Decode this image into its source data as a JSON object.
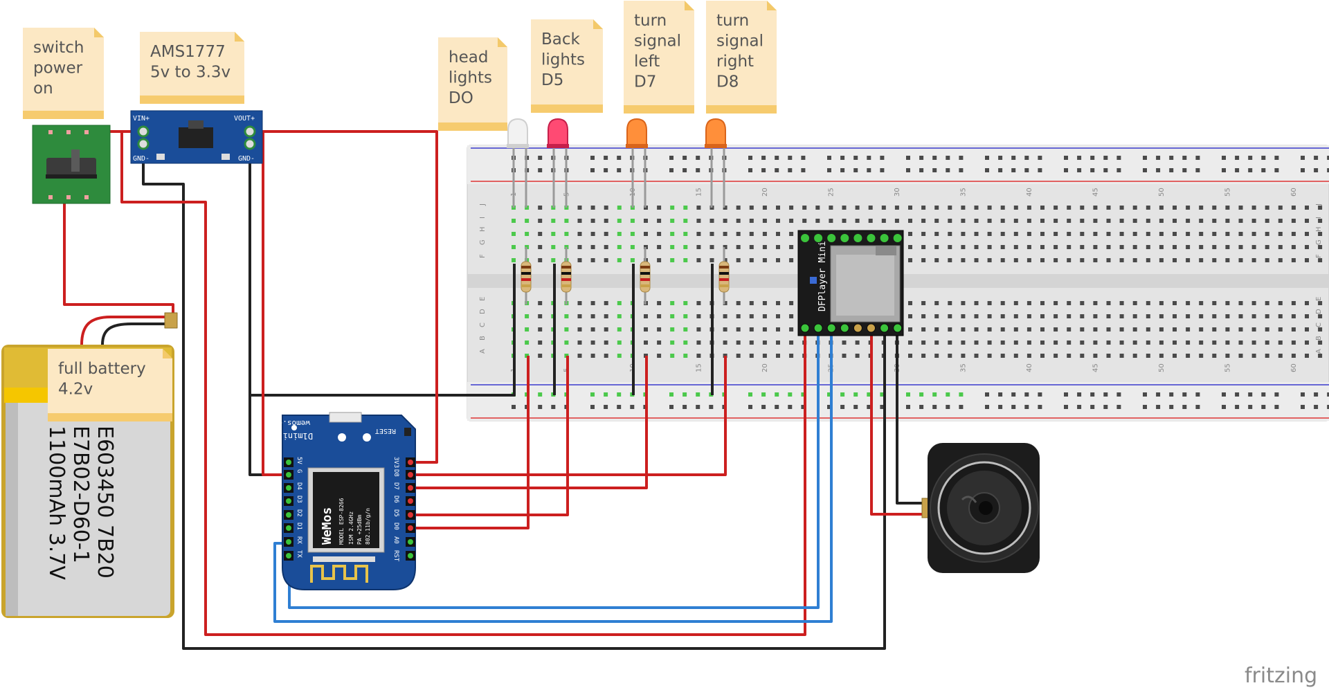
{
  "notes": {
    "switch": [
      "switch",
      "power",
      "on"
    ],
    "regulator": [
      "AMS1777",
      "5v to 3.3v"
    ],
    "headlights": [
      "head",
      "lights",
      "DO"
    ],
    "backlights": [
      "Back",
      "lights",
      "D5"
    ],
    "turn_left": [
      "turn",
      "signal",
      "left",
      "D7"
    ],
    "turn_right": [
      "turn",
      "signal",
      "right",
      "D8"
    ],
    "battery_note": [
      "full battery",
      "4.2v"
    ]
  },
  "battery": {
    "lines": [
      "E603450 7B20",
      "E7B02-D60-1",
      "1100mAh 3.7V"
    ]
  },
  "regulator_pins": {
    "vin": "VIN+",
    "vout": "VOUT+",
    "gnd_left": "GND-",
    "gnd_right": "GND-"
  },
  "d1mini": {
    "brand": "wemos.cc",
    "model_name": "D1mini",
    "reset": "RESET",
    "left_pins": [
      "5V",
      "G",
      "D4",
      "D3",
      "D2",
      "D1",
      "RX",
      "TX"
    ],
    "right_pins": [
      "3V3",
      "D8",
      "D7",
      "D6",
      "D5",
      "D0",
      "A0",
      "RST"
    ],
    "module_logo": "WeMos",
    "module_model": "MODEL ESP-8266",
    "module_specs": [
      "ISM 2.4GHz",
      "PA +25dBm",
      "802.11b/g/n"
    ]
  },
  "dfplayer": {
    "label": "DFPlayer Mini"
  },
  "breadboard": {
    "top_numbers": [
      "1",
      "5",
      "10",
      "15",
      "20",
      "25",
      "30",
      "35",
      "40",
      "45",
      "50",
      "55",
      "60"
    ],
    "bottom_numbers": [
      "1",
      "5",
      "10",
      "15",
      "20",
      "25",
      "30",
      "35",
      "40",
      "45",
      "50",
      "55",
      "60"
    ],
    "row_letters_top": [
      "J",
      "I",
      "H",
      "G",
      "F"
    ],
    "row_letters_bottom": [
      "E",
      "D",
      "C",
      "B",
      "A"
    ]
  },
  "leds": [
    "white",
    "red",
    "orange",
    "orange"
  ],
  "colors": {
    "wire_red": "#cc1f1f",
    "wire_black": "#222222",
    "wire_blue": "#2f7fd3",
    "note_fill": "#fce8c4",
    "note_band": "#f6cb6e",
    "pcb_blue": "#1a4d99",
    "pcb_green": "#2e8b3d"
  },
  "watermark": "fritzing"
}
